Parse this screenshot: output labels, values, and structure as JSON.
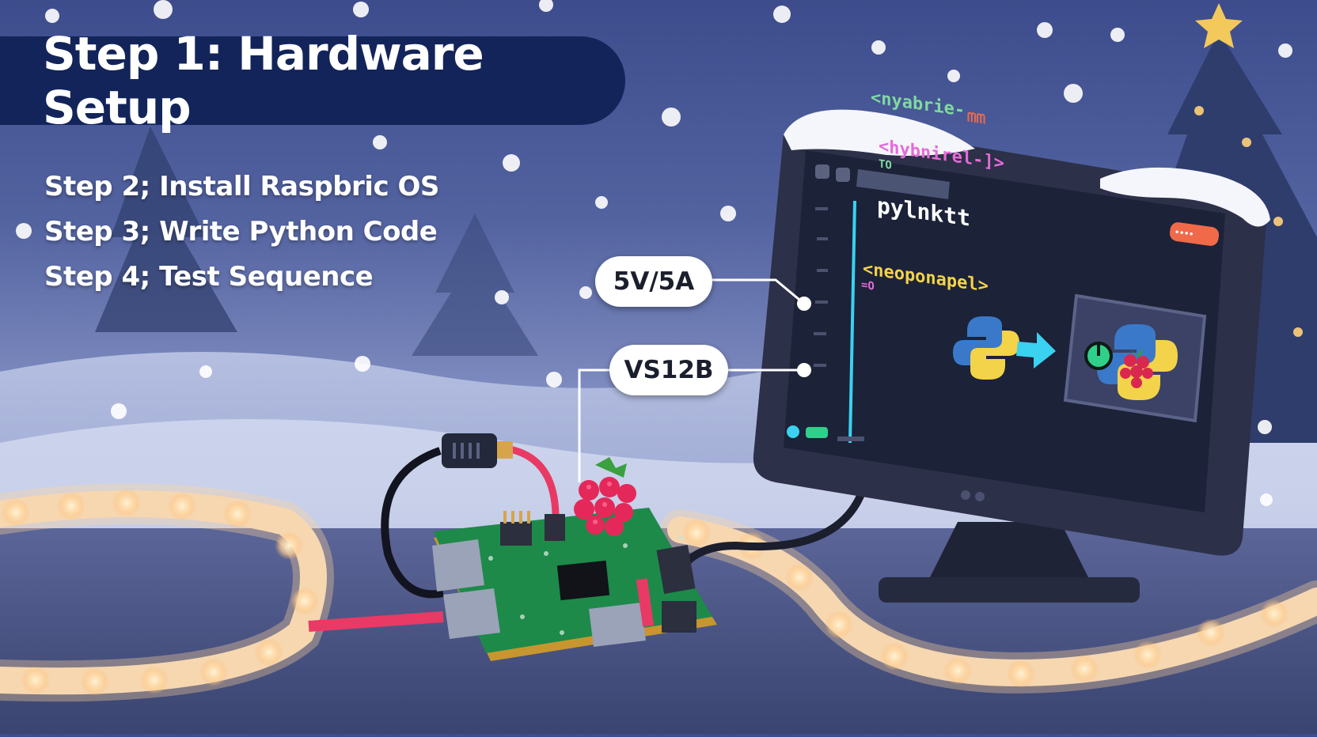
{
  "header": {
    "title": "Step 1: Hardware Setup"
  },
  "steps": [
    "Step 2; Install Raspbric OS",
    "Step 3; Write Python Code",
    "Step 4; Test Sequence"
  ],
  "callouts": {
    "power": "5V/5A",
    "model": "VS12B"
  },
  "monitor": {
    "code_lines": [
      "<nyabrie-",
      "<hybnirel-]>",
      "pylnktt",
      "<neoponapel>"
    ],
    "code_suffixes": [
      "ᗰᗰ",
      "TO",
      "=O"
    ],
    "button_label": "••••"
  },
  "colors": {
    "banner": "#13245a",
    "sky_top": "#3d4c8c",
    "monitor_screen": "#1c2238",
    "led_glow": "#ffd39a",
    "pcb_green": "#1d8a4a",
    "code_green": "#7fd9a0",
    "code_pink": "#e66bd8",
    "code_yellow": "#f3d34a",
    "code_cyan": "#3ad2f0"
  },
  "icons": [
    "python-icon",
    "raspberry-icon",
    "arrow-right-icon",
    "power-icon",
    "star-icon"
  ]
}
